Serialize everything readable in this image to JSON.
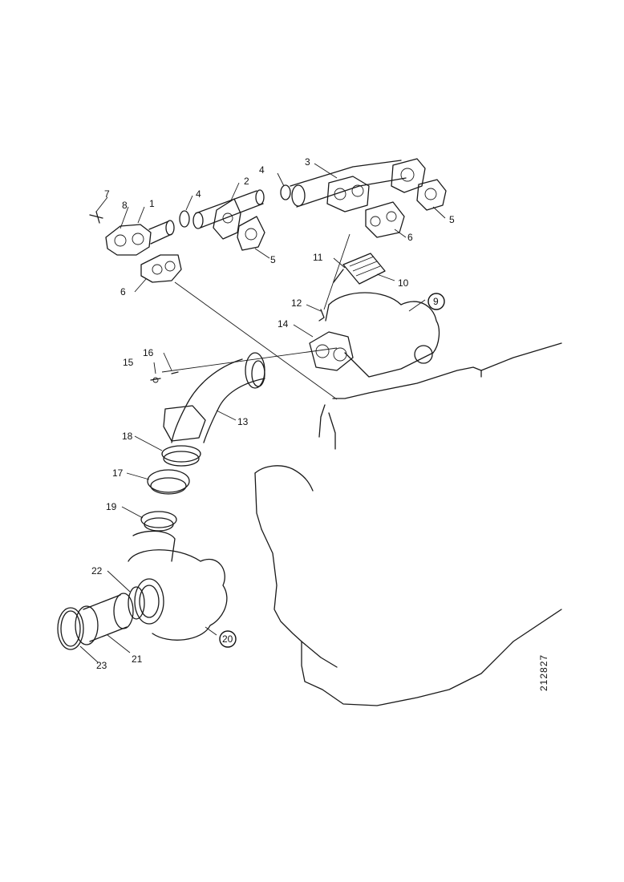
{
  "figure_number": "212827",
  "callouts": [
    {
      "id": "c1",
      "text": "1"
    },
    {
      "id": "c2",
      "text": "2"
    },
    {
      "id": "c3",
      "text": "3"
    },
    {
      "id": "c4a",
      "text": "4"
    },
    {
      "id": "c4b",
      "text": "4"
    },
    {
      "id": "c5a",
      "text": "5"
    },
    {
      "id": "c5b",
      "text": "5"
    },
    {
      "id": "c6a",
      "text": "6"
    },
    {
      "id": "c6b",
      "text": "6"
    },
    {
      "id": "c7",
      "text": "7"
    },
    {
      "id": "c8",
      "text": "8"
    },
    {
      "id": "c9",
      "text": "9"
    },
    {
      "id": "c10",
      "text": "10"
    },
    {
      "id": "c11",
      "text": "11"
    },
    {
      "id": "c12",
      "text": "12"
    },
    {
      "id": "c13",
      "text": "13"
    },
    {
      "id": "c14",
      "text": "14"
    },
    {
      "id": "c15",
      "text": "15"
    },
    {
      "id": "c16",
      "text": "16"
    },
    {
      "id": "c17",
      "text": "17"
    },
    {
      "id": "c18",
      "text": "18"
    },
    {
      "id": "c19",
      "text": "19"
    },
    {
      "id": "c20",
      "text": "20"
    },
    {
      "id": "c21",
      "text": "21"
    },
    {
      "id": "c22",
      "text": "22"
    },
    {
      "id": "c23",
      "text": "23"
    }
  ]
}
